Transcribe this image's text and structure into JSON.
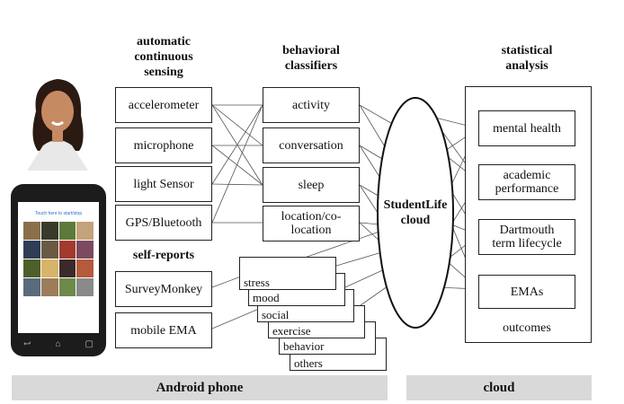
{
  "headers": {
    "sensing": "automatic\ncontinuous\nsensing",
    "classifiers": "behavioral\nclassifiers",
    "analysis": "statistical\nanalysis",
    "self_reports": "self-reports"
  },
  "sensors": [
    "accelerometer",
    "microphone",
    "light Sensor",
    "GPS/Bluetooth"
  ],
  "self_report_sources": [
    "SurveyMonkey",
    "mobile EMA"
  ],
  "classifiers": [
    "activity",
    "conversation",
    "sleep",
    "location/co-\nlocation"
  ],
  "ema_stack": [
    "stress",
    "mood",
    "social",
    "exercise",
    "behavior",
    "others"
  ],
  "cloud_label": "StudentLife\ncloud",
  "outcomes": [
    "mental health",
    "academic\nperformance",
    "Dartmouth\nterm lifecycle",
    "EMAs"
  ],
  "outcomes_label": "outcomes",
  "bars": {
    "android": "Android phone",
    "cloud": "cloud"
  },
  "phone_screen_title": "Touch here to start/stop",
  "colors": {
    "bar": "#d9d9d9",
    "border": "#222222"
  }
}
